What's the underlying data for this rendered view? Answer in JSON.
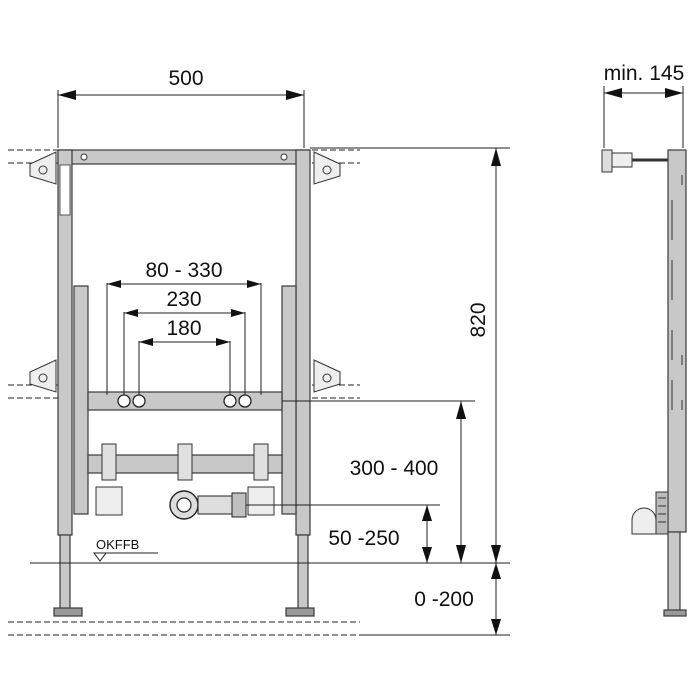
{
  "labels": {
    "width": "500",
    "depth": "min. 145",
    "height": "820",
    "outlet_spacing_range": "80 - 330",
    "outlet_spacing_230": "230",
    "outlet_spacing_180": "180",
    "outlet_height": "300 - 400",
    "drain_height": "50 -250",
    "floor_offset": "0 -200",
    "floor_reference": "OKFFB"
  },
  "colors": {
    "frame": "#c8c8c8",
    "line": "#222222"
  }
}
